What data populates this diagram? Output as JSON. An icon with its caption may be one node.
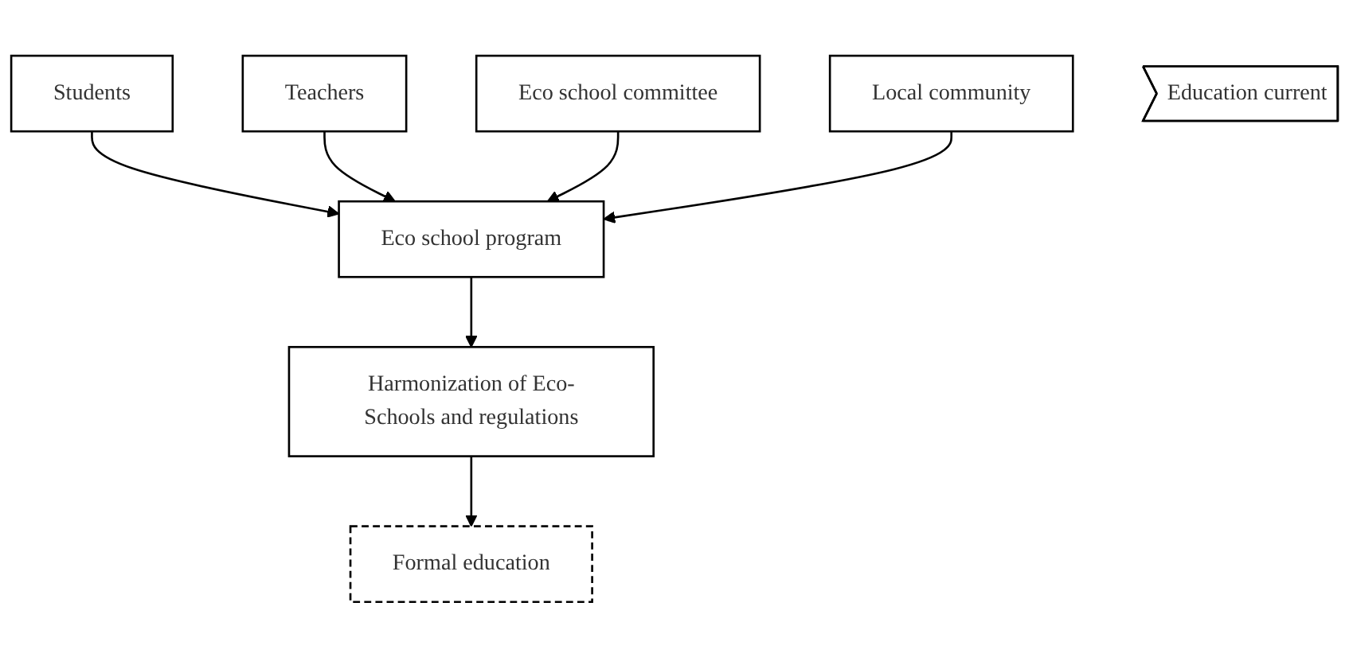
{
  "diagram": {
    "nodes": [
      {
        "text": [
          "Students"
        ]
      },
      {
        "text": [
          "Teachers"
        ]
      },
      {
        "text": [
          "Eco school committee"
        ]
      },
      {
        "text": [
          "Local community"
        ]
      },
      {
        "text": [
          "Eco school program"
        ]
      },
      {
        "text": [
          "Harmonization of Eco-Schools and regulations"
        ]
      },
      {
        "text": [
          "Formal education"
        ]
      },
      {
        "text": [
          "Education current"
        ]
      }
    ],
    "edges": [
      {
        "from": 0,
        "to": 4,
        "arrow": "to"
      },
      {
        "from": 1,
        "to": 4,
        "arrow": "to"
      },
      {
        "from": 2,
        "to": 4,
        "arrow": "to"
      },
      {
        "from": 3,
        "to": 4,
        "arrow": "to"
      },
      {
        "from": 4,
        "to": 5,
        "arrow": "to"
      },
      {
        "from": 5,
        "to": 6,
        "arrow": "to"
      }
    ]
  }
}
